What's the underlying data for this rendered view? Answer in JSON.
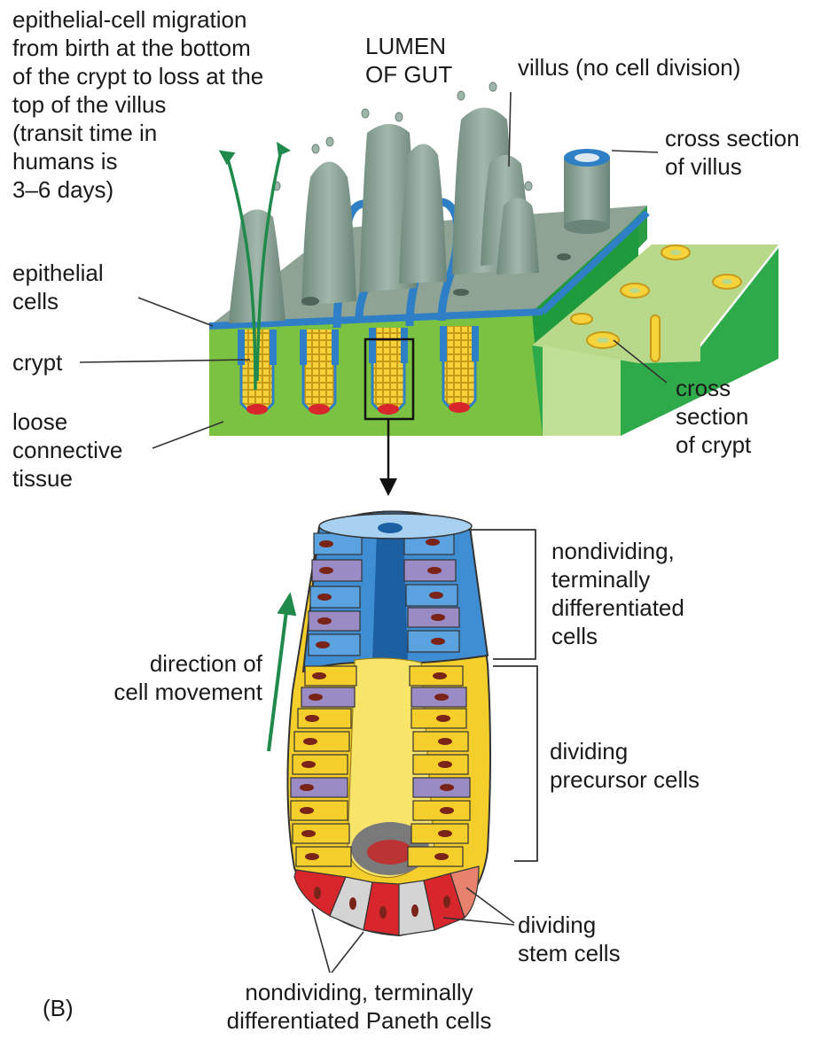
{
  "labels": {
    "migration": [
      "epithelial-cell migration",
      "from birth at the bottom",
      "of the crypt to loss at the",
      "top of the villus",
      "(transit time in",
      "humans is",
      "3–6 days)"
    ],
    "lumen": [
      "LUMEN",
      "OF GUT"
    ],
    "villus": "villus (no cell division)",
    "cross_villus": [
      "cross section",
      "of villus"
    ],
    "epithelial_cells": [
      "epithelial",
      "cells"
    ],
    "crypt": "crypt",
    "connective": [
      "loose",
      "connective",
      "tissue"
    ],
    "cross_crypt": [
      "cross",
      "section",
      "of crypt"
    ],
    "nondividing_top": [
      "nondividing,",
      "terminally",
      "differentiated",
      "cells"
    ],
    "direction": [
      "direction of",
      "cell movement"
    ],
    "dividing_precursor": [
      "dividing",
      "precursor cells"
    ],
    "dividing_stem": [
      "dividing",
      "stem cells"
    ],
    "paneth": [
      "nondividing, terminally",
      "differentiated Paneth cells"
    ],
    "panel_letter": "(B)"
  },
  "colors": {
    "villus_gray": "#8fa599",
    "villus_dark": "#6b8478",
    "tissue_green": "#7cc242",
    "tissue_dark_green": "#1f9a3c",
    "epithelium_blue": "#2f7fc6",
    "precursor_yellow": "#f6d33b",
    "stem_red": "#d7262c",
    "paneth_gray": "#d4d4d4",
    "purple": "#9b8bc4",
    "arrow_green": "#1f8a4c"
  }
}
